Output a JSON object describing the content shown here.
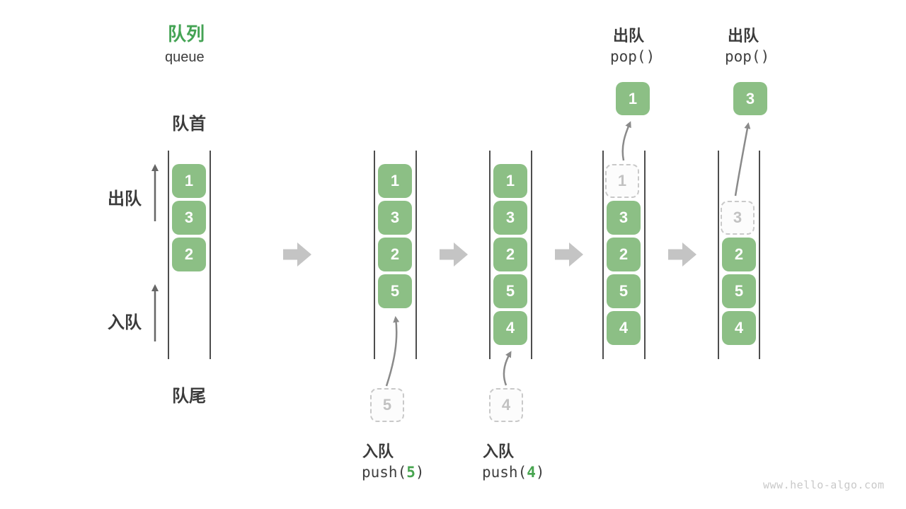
{
  "title": {
    "zh": "队列",
    "en": "queue"
  },
  "side_labels": {
    "front": "队首",
    "rear": "队尾",
    "dequeue": "出队",
    "enqueue": "入队"
  },
  "queues": [
    {
      "blocks": [
        "1",
        "3",
        "2"
      ]
    },
    {
      "blocks": [
        "1",
        "3",
        "2",
        "5"
      ]
    },
    {
      "blocks": [
        "1",
        "3",
        "2",
        "5",
        "4"
      ]
    },
    {
      "dashed": "1",
      "blocks": [
        "3",
        "2",
        "5",
        "4"
      ],
      "popped": "1",
      "header_zh": "出队",
      "header_code": "pop()"
    },
    {
      "dashed": "3",
      "blocks": [
        "2",
        "5",
        "4"
      ],
      "popped": "3",
      "header_zh": "出队",
      "header_code": "pop()"
    }
  ],
  "enqueue_ops": [
    {
      "label": "入队",
      "code_pre": "push(",
      "value": "5",
      "code_post": ")",
      "staged": "5"
    },
    {
      "label": "入队",
      "code_pre": "push(",
      "value": "4",
      "code_post": ")",
      "staged": "4"
    }
  ],
  "colors": {
    "block_green": "#8cbf85",
    "title_green": "#44a354",
    "code_value_green": "#47a44f",
    "flow_arrow_gray": "#c4c4c4",
    "ghost_gray": "#c2c2c2"
  },
  "watermark": "www.hello-algo.com"
}
